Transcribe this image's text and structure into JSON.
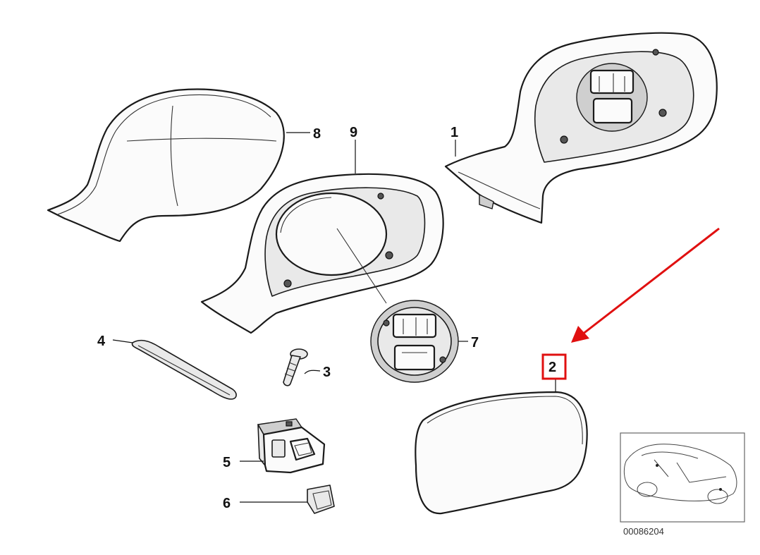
{
  "callouts": {
    "c1": "1",
    "c2": "2",
    "c3": "3",
    "c4": "4",
    "c5": "5",
    "c6": "6",
    "c7": "7",
    "c8": "8",
    "c9": "9"
  },
  "highlight": {
    "label": "2",
    "color": "#e01010"
  },
  "reference_number": "00086204"
}
